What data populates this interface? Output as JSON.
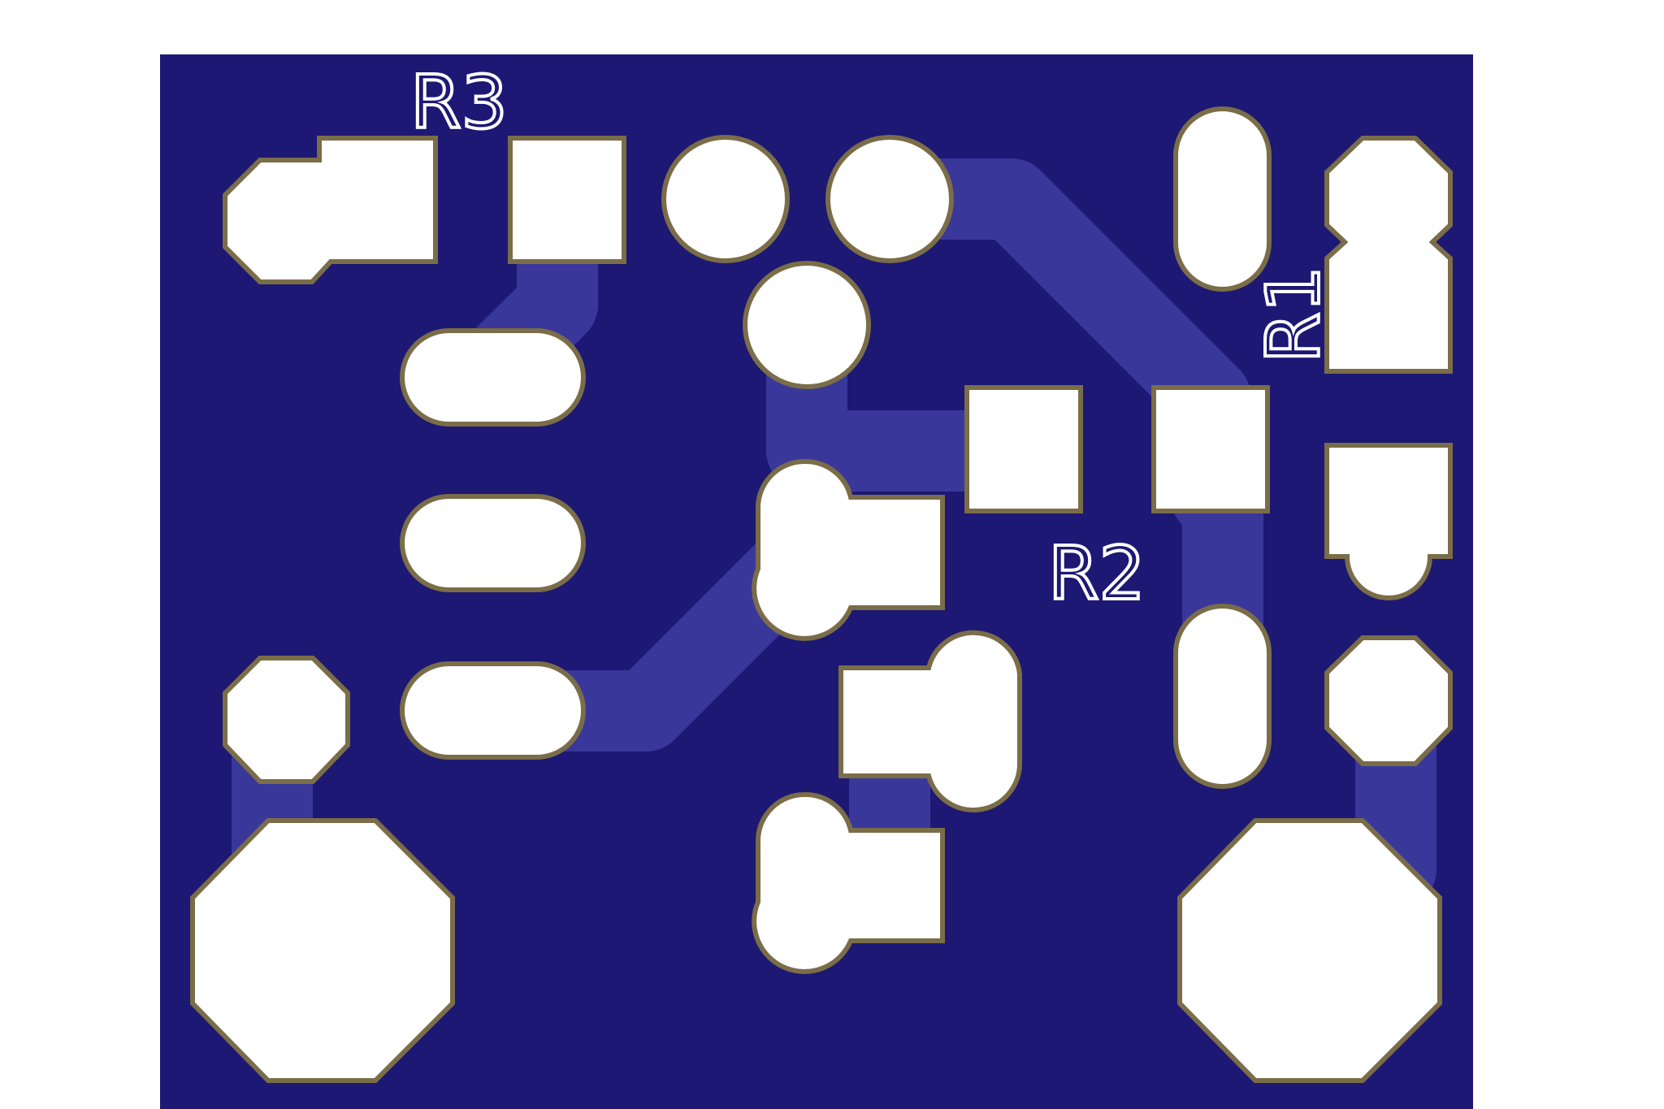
{
  "colors": {
    "background": "#ffffff",
    "board": "#1c1874",
    "trace": "#3a379b",
    "pad_fill": "#ffffff",
    "pad_outline": "#7a6d48",
    "silkscreen": "#ffffff"
  },
  "labels": {
    "r1": "R1",
    "r2": "R2",
    "r3": "R3"
  }
}
